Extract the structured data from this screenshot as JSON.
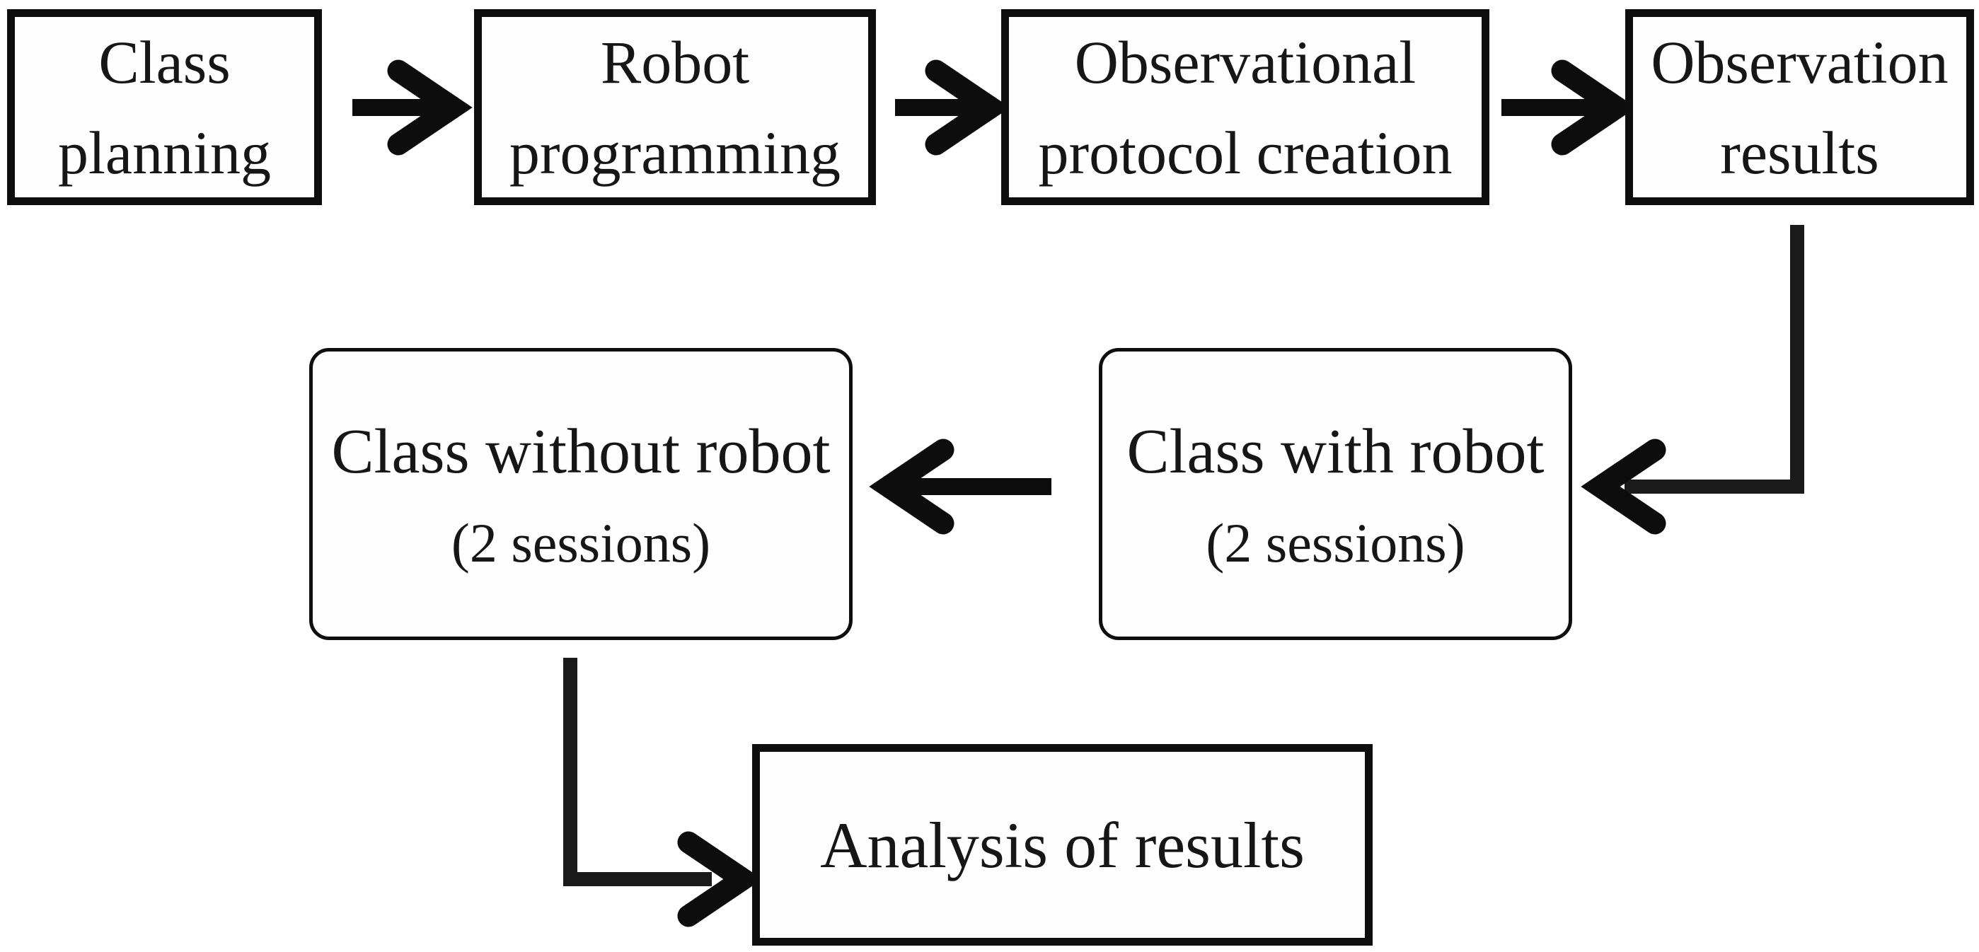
{
  "diagram": {
    "type": "flowchart",
    "background_color": "#ffffff",
    "stroke_color": "#0e0e0e",
    "text_color": "#161616",
    "nodes": [
      {
        "id": "class-planning",
        "shape": "rectangle",
        "lines": [
          "Class",
          "planning"
        ]
      },
      {
        "id": "robot-programming",
        "shape": "rectangle",
        "lines": [
          "Robot",
          "programming"
        ]
      },
      {
        "id": "observational-protocol-creation",
        "shape": "rectangle",
        "lines": [
          "Observational",
          "protocol creation"
        ]
      },
      {
        "id": "observation-results",
        "shape": "rectangle",
        "lines": [
          "Observation",
          "results"
        ]
      },
      {
        "id": "class-without-robot",
        "shape": "rounded-rectangle",
        "lines": [
          "Class without robot",
          "(2 sessions)"
        ]
      },
      {
        "id": "class-with-robot",
        "shape": "rounded-rectangle",
        "lines": [
          "Class with robot",
          "(2 sessions)"
        ]
      },
      {
        "id": "analysis-of-results",
        "shape": "rectangle",
        "lines": [
          "Analysis of results"
        ]
      }
    ],
    "edges": [
      {
        "from": "class-planning",
        "to": "robot-programming"
      },
      {
        "from": "robot-programming",
        "to": "observational-protocol-creation"
      },
      {
        "from": "observational-protocol-creation",
        "to": "observation-results"
      },
      {
        "from": "observation-results",
        "to": "class-with-robot"
      },
      {
        "from": "class-with-robot",
        "to": "class-without-robot"
      },
      {
        "from": "class-without-robot",
        "to": "analysis-of-results"
      }
    ]
  }
}
